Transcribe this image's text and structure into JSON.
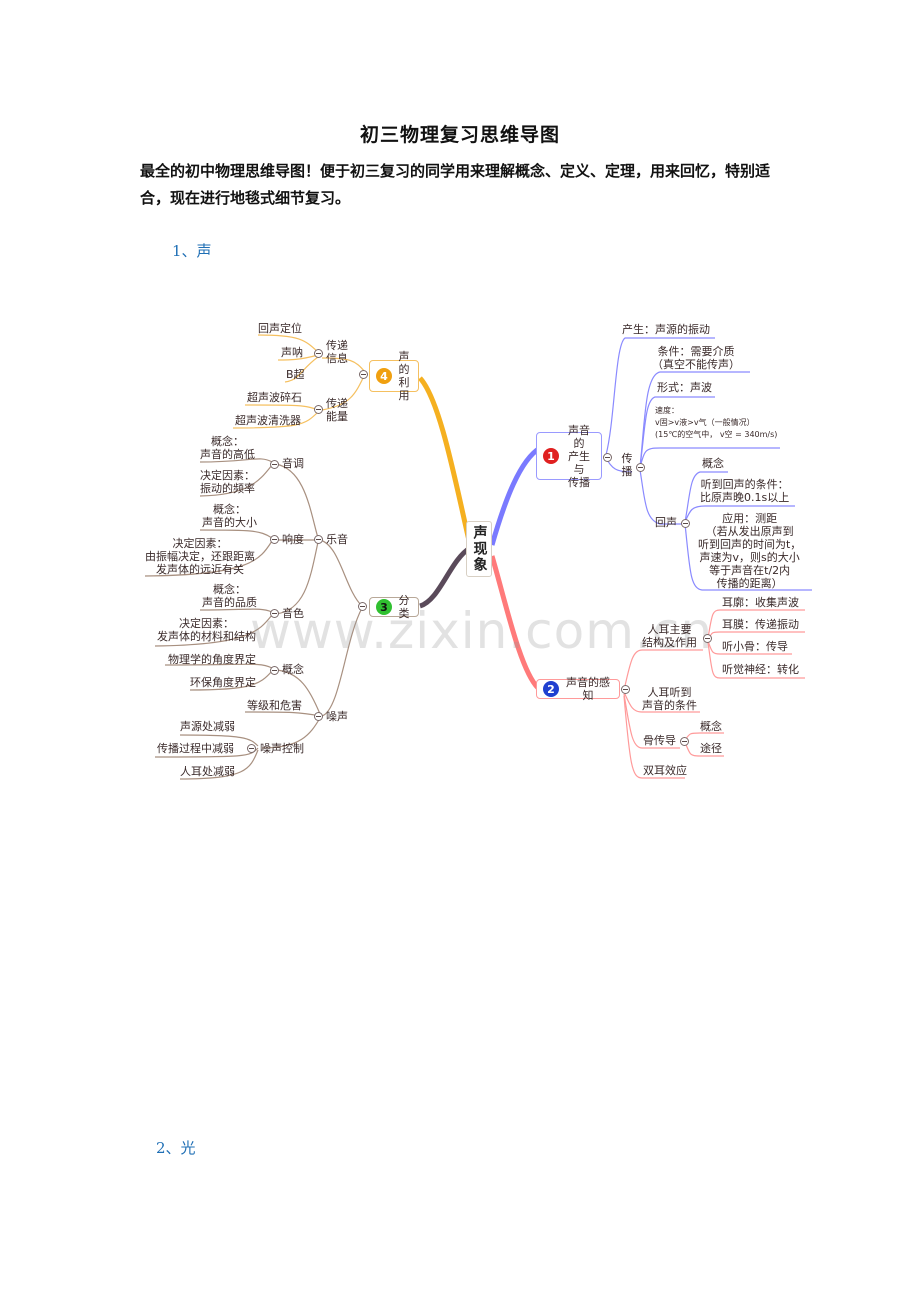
{
  "document": {
    "title": "初三物理复习思维导图",
    "intro": "最全的初中物理思维导图！便于初三复习的同学用来理解概念、定义、定理，用来回忆，特别适合，现在进行地毯式细节复习。",
    "sections": [
      {
        "label": "1、声"
      },
      {
        "label": "2、光"
      }
    ]
  },
  "mindmap": {
    "center": "声现象",
    "colors": {
      "branch1": "#7a7aff",
      "branch2": "#ff7a7a",
      "branch3": "#6a5a6a",
      "branch4": "#f5b020",
      "badge1": "#e02020",
      "badge2": "#2040d0",
      "badge3": "#30c030",
      "badge4": "#f0a010"
    },
    "branches": [
      {
        "number": "1",
        "label": "声音的\n产生与\n传播",
        "children": [
          {
            "label": "产生：声源的振动"
          },
          {
            "label": "传播",
            "children": [
              {
                "label": "条件：需要介质\n（真空不能传声）"
              },
              {
                "label": "形式：声波"
              },
              {
                "label": "速度：",
                "line2": "v固>v液>v气（一般情况）",
                "line3": "(15℃的空气中， v空 = 340m/s)"
              },
              {
                "label": "回声",
                "children": [
                  {
                    "label": "概念"
                  },
                  {
                    "label": "听到回声的条件：\n比原声晚0.1s以上"
                  },
                  {
                    "label": "应用：测距\n（若从发出原声到\n听到回声的时间为t，\n声速为v，则s的大小\n等于声音在t/2内\n传播的距离）"
                  }
                ]
              }
            ]
          }
        ]
      },
      {
        "number": "2",
        "label": "声音的感知",
        "children": [
          {
            "label": "人耳主要\n结构及作用",
            "children": [
              {
                "label": "耳廓：收集声波"
              },
              {
                "label": "耳膜：传递振动"
              },
              {
                "label": "听小骨：传导"
              },
              {
                "label": "听觉神经：转化"
              }
            ]
          },
          {
            "label": "人耳听到\n声音的条件"
          },
          {
            "label": "骨传导",
            "children": [
              {
                "label": "概念"
              },
              {
                "label": "途径"
              }
            ]
          },
          {
            "label": "双耳效应"
          }
        ]
      },
      {
        "number": "3",
        "label": "分类",
        "children": [
          {
            "label": "乐音",
            "children": [
              {
                "label": "音调",
                "children": [
                  {
                    "label": "概念：\n声音的高低"
                  },
                  {
                    "label": "决定因素：\n振动的频率"
                  }
                ]
              },
              {
                "label": "响度",
                "children": [
                  {
                    "label": "概念：\n声音的大小"
                  },
                  {
                    "label": "决定因素：\n由振幅决定，还跟距离\n发声体的远近有关"
                  }
                ]
              },
              {
                "label": "音色",
                "children": [
                  {
                    "label": "概念：\n声音的品质"
                  },
                  {
                    "label": "决定因素：\n发声体的材料和结构"
                  }
                ]
              }
            ]
          },
          {
            "label": "噪声",
            "children": [
              {
                "label": "概念",
                "children": [
                  {
                    "label": "物理学的角度界定"
                  },
                  {
                    "label": "环保角度界定"
                  }
                ]
              },
              {
                "label": "等级和危害"
              },
              {
                "label": "噪声控制",
                "children": [
                  {
                    "label": "声源处减弱"
                  },
                  {
                    "label": "传播过程中减弱"
                  },
                  {
                    "label": "人耳处减弱"
                  }
                ]
              }
            ]
          }
        ]
      },
      {
        "number": "4",
        "label": "声的\n利用",
        "children": [
          {
            "label": "传递\n信息",
            "children": [
              {
                "label": "回声定位"
              },
              {
                "label": "声呐"
              },
              {
                "label": "B超"
              }
            ]
          },
          {
            "label": "传递\n能量",
            "children": [
              {
                "label": "超声波碎石"
              },
              {
                "label": "超声波清洗器"
              }
            ]
          }
        ]
      }
    ]
  },
  "watermark": "www.zixin.com.cn"
}
